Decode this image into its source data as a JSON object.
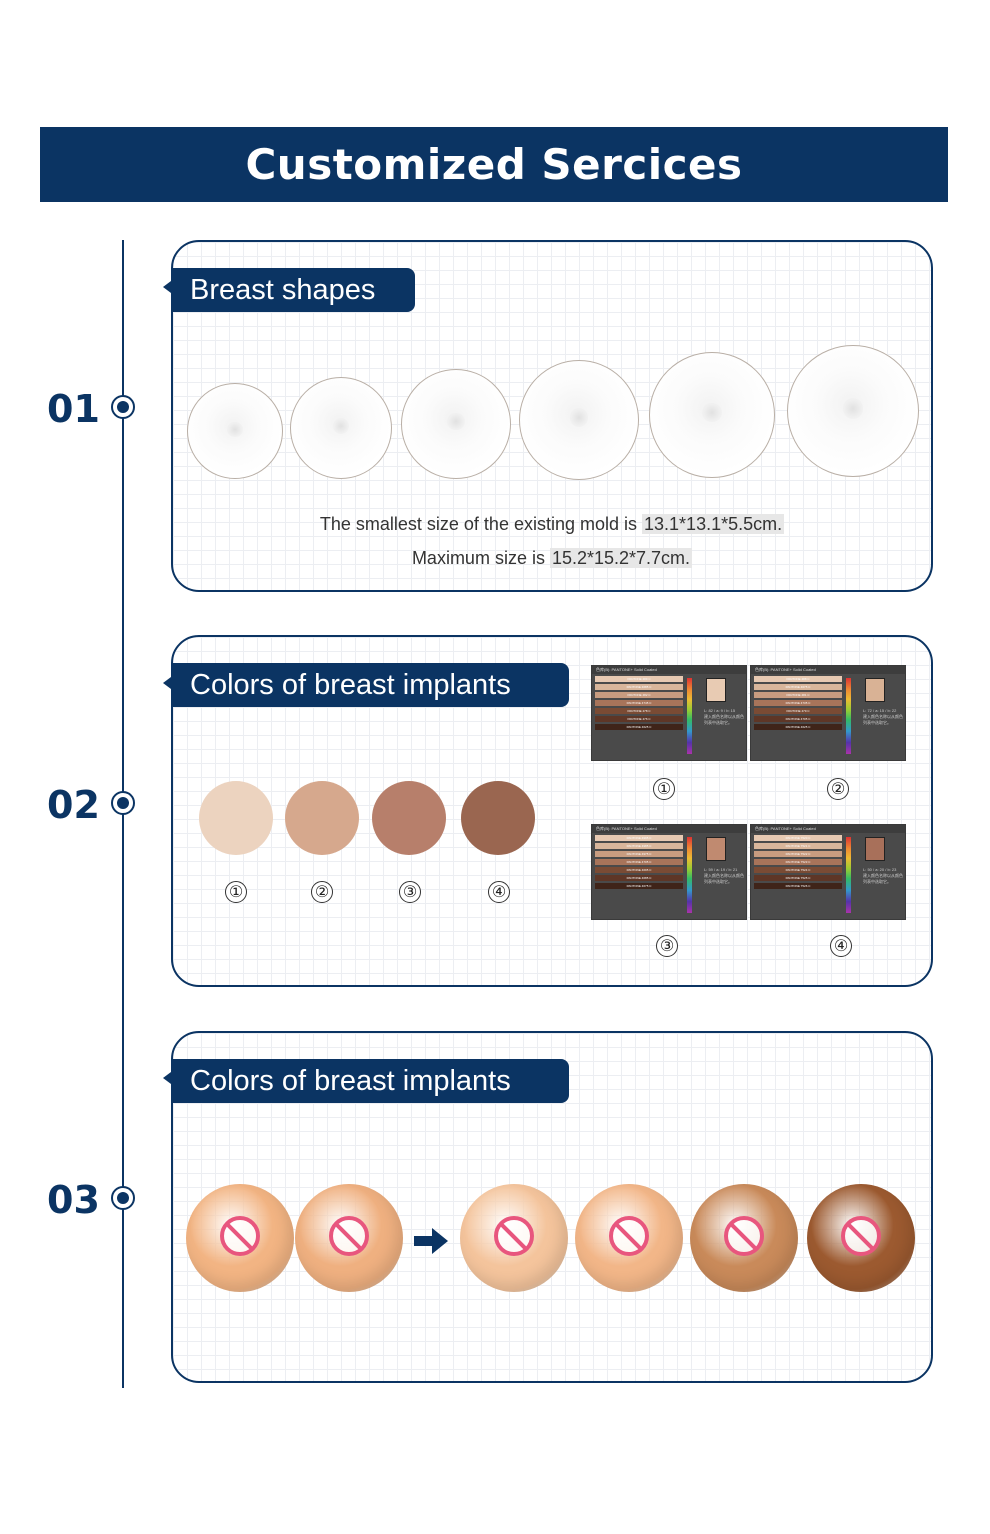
{
  "banner": {
    "title": "Customized Sercices"
  },
  "steps": [
    {
      "num": "01",
      "tab": "Breast shapes"
    },
    {
      "num": "02",
      "tab": "Colors of breast implants"
    },
    {
      "num": "03",
      "tab": "Colors of breast implants"
    }
  ],
  "shapes": {
    "caption1_pre": "The smallest size of the existing mold is ",
    "caption1_val": "13.1*13.1*5.5cm.",
    "caption2_pre": "Maximum size is ",
    "caption2_val": "15.2*15.2*7.7cm."
  },
  "colors": {
    "swatches": [
      {
        "label": "①",
        "color": "#ecd3bf"
      },
      {
        "label": "②",
        "color": "#d6a88d"
      },
      {
        "label": "③",
        "color": "#b77f6b"
      },
      {
        "label": "④",
        "color": "#9a6650"
      }
    ],
    "panels": [
      {
        "label": "①",
        "header": "色库(B): PANTONE+ Solid Coated",
        "preview": "#e8cbb3",
        "rows": [
          "PANTONE 489 C",
          "PANTONE 4685 C",
          "PANTONE 482 C",
          "PANTONE 4745 C",
          "PANTONE 478 C",
          "PANTONE 476 C",
          "PANTONE 4625 C"
        ],
        "meta": "L: 82 / a: 9 / b: 15",
        "note": "建入颜色名称以从颜色列表中选取它。"
      },
      {
        "label": "②",
        "header": "色库(B): PANTONE+ Solid Coated",
        "preview": "#d9b295",
        "rows": [
          "PANTONE 488 C",
          "PANTONE 4675 C",
          "PANTONE 481 C",
          "PANTONE 4735 C",
          "PANTONE 479 C",
          "PANTONE 4705 C",
          "PANTONE 4625 C"
        ],
        "meta": "L: 72 / a: 15 / b: 22",
        "note": "建入颜色名称以从颜色列表中选取它。"
      },
      {
        "label": "③",
        "header": "色库(B): PANTONE+ Solid Coated",
        "preview": "#c08a70",
        "rows": [
          "PANTONE 4995 C",
          "PANTONE 4985 C",
          "PANTONE 4975 C",
          "PANTONE 4705 C",
          "PANTONE 4695 C",
          "PANTONE 4685 C",
          "PANTONE 4675 C"
        ],
        "meta": "L: 59 / a: 19 / b: 21",
        "note": "建入颜色名称以从颜色列表中选取它。"
      },
      {
        "label": "④",
        "header": "色库(B): PANTONE+ Solid Coated",
        "preview": "#a8705a",
        "rows": [
          "PANTONE 7520 C",
          "PANTONE 7521 C",
          "PANTONE 7522 C",
          "PANTONE 7523 C",
          "PANTONE 7524 C",
          "PANTONE 7525 C",
          "PANTONE 7526 C"
        ],
        "meta": "L: 50 / a: 20 / b: 23",
        "note": "建入颜色名称以从颜色列表中选取它。"
      }
    ]
  },
  "palette": {
    "navy": "#0b3463",
    "balls_before": [
      "#f2b483",
      "#efb080"
    ],
    "balls_after": [
      "#f4c49c",
      "#f2b688",
      "#c98a5a",
      "#9c5a30"
    ],
    "nipple_icon": "no-entry-icon",
    "arrow_icon": "right-arrow-icon"
  }
}
